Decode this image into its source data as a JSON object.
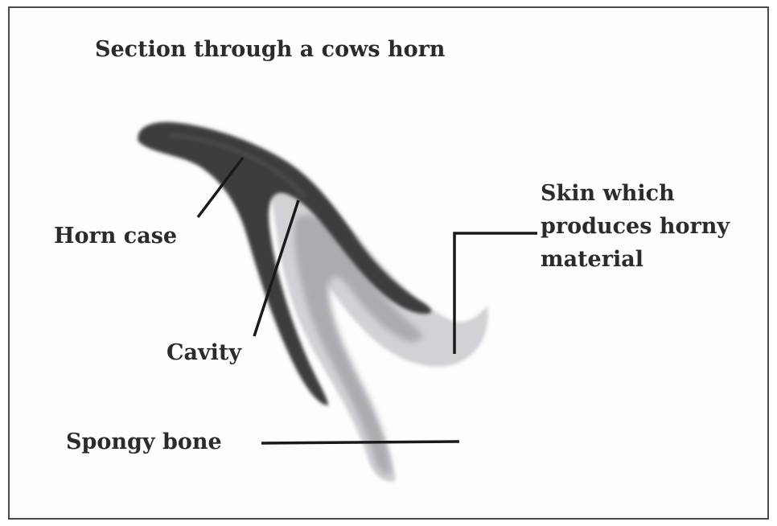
{
  "title": "Section through a cows horn",
  "labels": {
    "horn_case": "Horn case",
    "cavity": "Cavity",
    "spongy_bone": "Spongy bone",
    "skin_lines": [
      "Skin which",
      "produces horny",
      "material"
    ]
  },
  "colors": {
    "horn_case": "#3d3d3f",
    "skin": "#cfcfd3",
    "spongy_bone": "#a9a9ad",
    "leader_lines": "#1a1a1a",
    "border": "#4a4a4a"
  }
}
